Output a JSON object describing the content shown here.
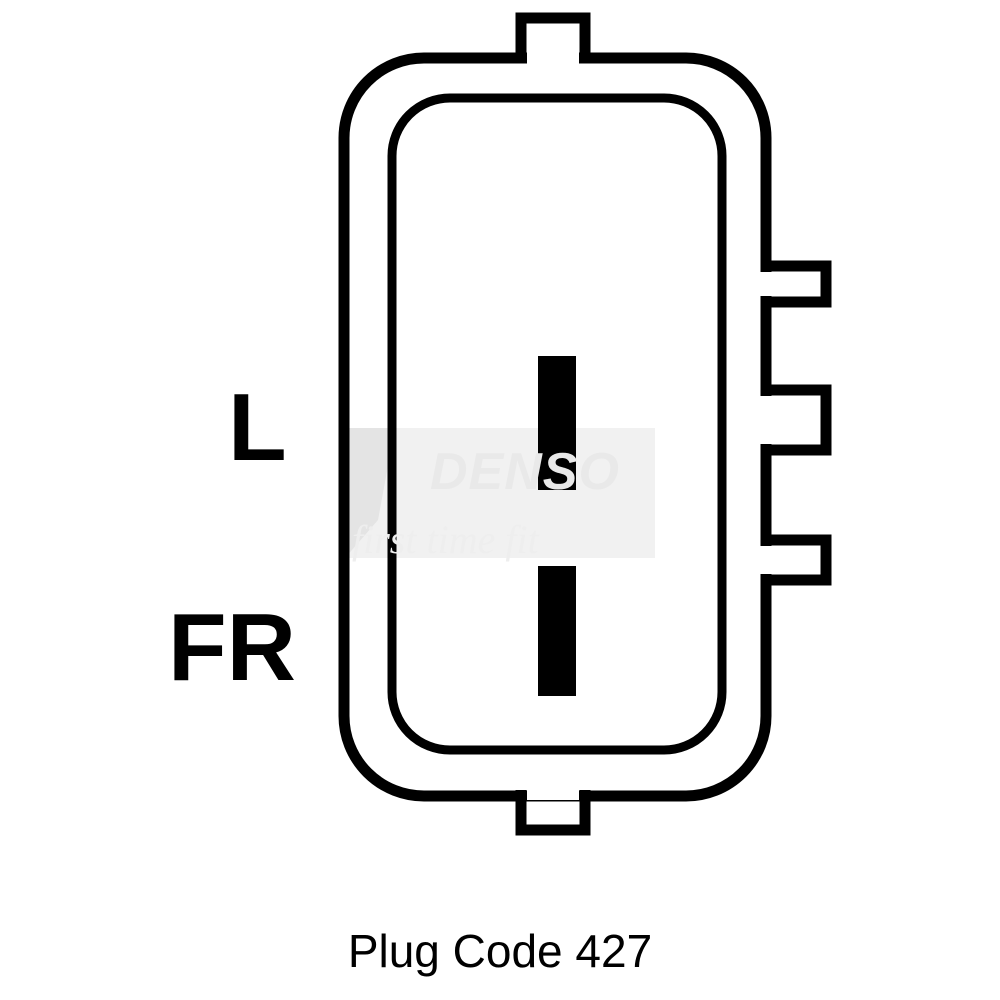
{
  "diagram": {
    "subject": "alternator connector plug",
    "pins": [
      {
        "label": "L"
      },
      {
        "label": "FR"
      }
    ],
    "caption": "Plug Code 427",
    "watermark": {
      "brand": "DENSO",
      "tagline": "first time fit"
    },
    "colors": {
      "stroke": "#000000",
      "background": "#ffffff",
      "watermark": "#e6e6e6"
    }
  }
}
